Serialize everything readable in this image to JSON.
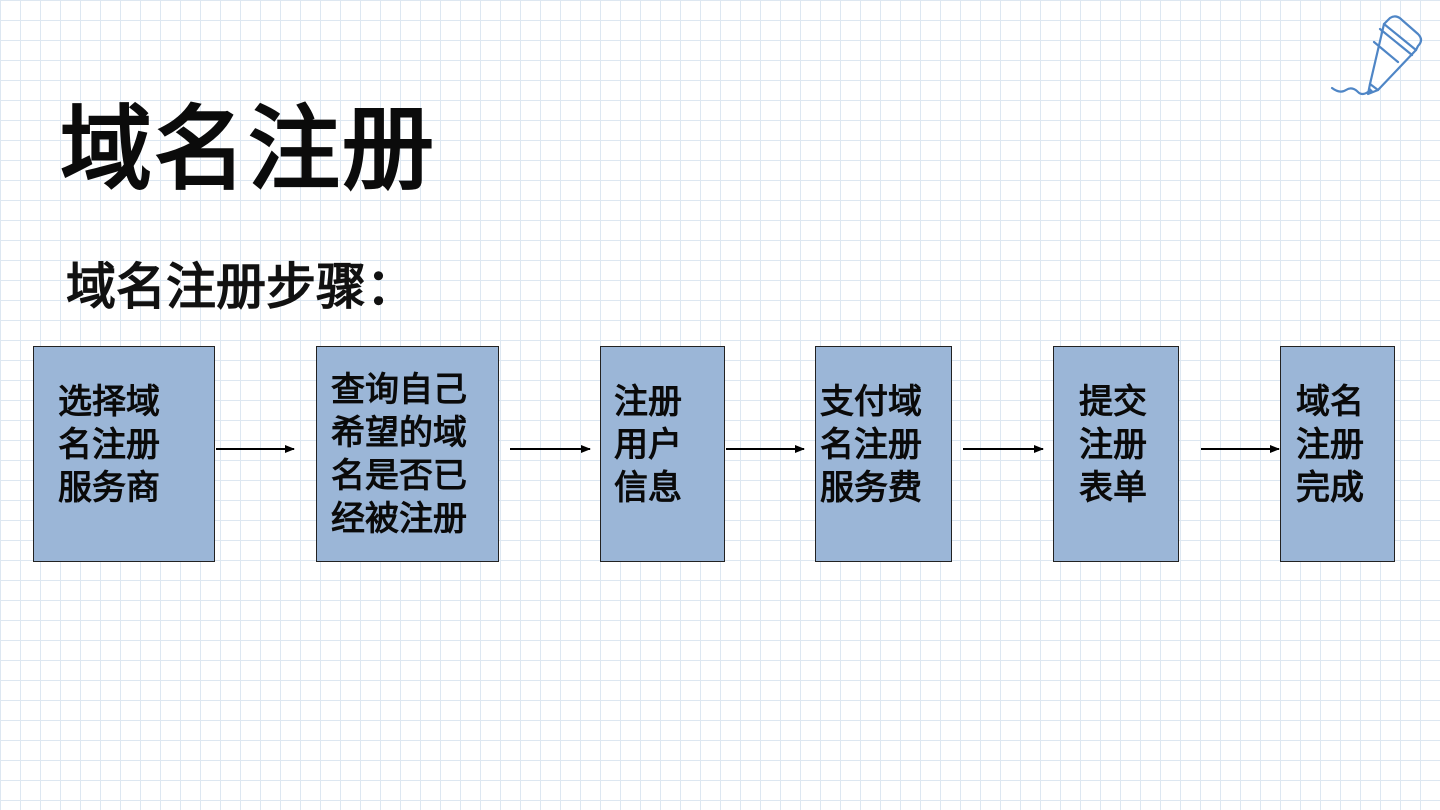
{
  "title": "域名注册",
  "subtitle": "域名注册步骤：",
  "steps": [
    {
      "label": "选择域\n名注册\n服务商"
    },
    {
      "label": "查询自己\n希望的域\n名是否已\n经被注册"
    },
    {
      "label": "注册\n用户\n信息"
    },
    {
      "label": "支付域\n名注册\n服务费"
    },
    {
      "label": "提交\n注册\n表单"
    },
    {
      "label": "域名\n注册\n完成"
    }
  ],
  "decoration": {
    "icon": "pencil-icon"
  },
  "colors": {
    "box_fill": "#9bb6d7",
    "box_border": "#222222",
    "grid": "#dde7f1",
    "pencil": "#4f86c6"
  }
}
